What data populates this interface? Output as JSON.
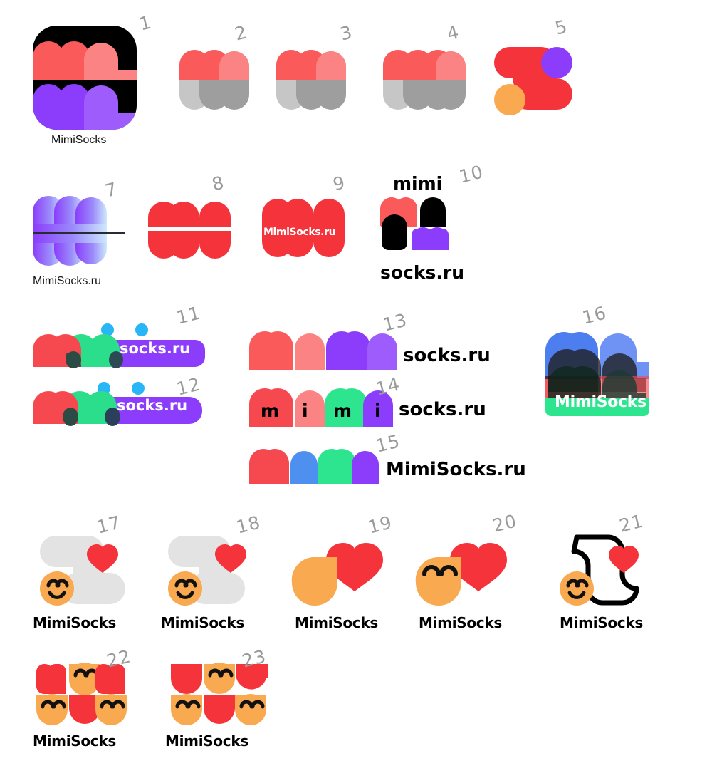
{
  "page": {
    "title": "MimiSocks logo concept sheet",
    "background": "#ffffff"
  },
  "palette": {
    "red": "#FB5A5A",
    "red_bright": "#F5333A",
    "red_light": "#FB8383",
    "purple": "#8B3DFB",
    "purple_light": "#9E5CFC",
    "grey_light": "#C6C6C6",
    "grey_dark": "#9E9E9E",
    "grey_pale": "#E3E3E3",
    "orange": "#F9A council",
    "orange_hex": "#F9A94F",
    "black": "#000000",
    "white": "#ffffff",
    "cyan": "#29B6F6",
    "green": "#2BDE8C",
    "green_bright": "#2EE58F",
    "blue": "#4D7EF0",
    "blue_light": "#6E93F5",
    "pencil": "#9a9a9a"
  },
  "concepts": [
    {
      "number": "1",
      "caption": "MimiSocks",
      "kind": "app-icon-mm-stacked",
      "colors": [
        "#000000",
        "#FB5A5A",
        "#FB8383",
        "#8B3DFB",
        "#9E5CFC"
      ]
    },
    {
      "number": "2",
      "caption": "",
      "kind": "mm-two-bump-duotone",
      "colors": [
        "#FB5A5A",
        "#FB8383",
        "#C6C6C6",
        "#9E9E9E"
      ]
    },
    {
      "number": "3",
      "caption": "",
      "kind": "mm-three-bump-duotone",
      "colors": [
        "#FB5A5A",
        "#FB8383",
        "#C6C6C6",
        "#9E9E9E"
      ]
    },
    {
      "number": "4",
      "caption": "",
      "kind": "mm-four-bump-duotone",
      "colors": [
        "#FB5A5A",
        "#FB8383",
        "#C6C6C6",
        "#9E9E9E"
      ]
    },
    {
      "number": "5",
      "caption": "",
      "kind": "pinwheel-rounded",
      "colors": [
        "#F5333A",
        "#8B3DFB",
        "#F9A94F"
      ]
    },
    {
      "number": "7",
      "caption": "MimiSocks.ru",
      "kind": "mm-gradient-with-rule",
      "colors": [
        "#8B3DFB",
        "#BFD8FB"
      ]
    },
    {
      "number": "8",
      "caption": "",
      "kind": "mm-split-white-rule",
      "colors": [
        "#F5333A"
      ]
    },
    {
      "number": "9",
      "caption": "",
      "kind": "mm-with-inner-text",
      "inner_text": "MimiSocks.ru",
      "colors": [
        "#F5333A"
      ]
    },
    {
      "number": "10",
      "caption": "",
      "kind": "quad-bumps-lockup",
      "text_top": "mimi",
      "text_bottom": "socks.ru",
      "colors": [
        "#FB5A5A",
        "#000000",
        "#000000",
        "#8B3DFB"
      ]
    },
    {
      "number": "11",
      "caption": "",
      "kind": "people-pill-lockup",
      "pill_text": "socks.ru",
      "colors": [
        "#F5494F",
        "#2BDE8C",
        "#8B3DFB",
        "#29B6F6"
      ]
    },
    {
      "number": "12",
      "caption": "",
      "kind": "people-pill-lockup-overlap",
      "pill_text": "socks.ru",
      "colors": [
        "#F5494F",
        "#2BDE8C",
        "#8B3DFB",
        "#29B6F6"
      ]
    },
    {
      "number": "13",
      "caption": "",
      "kind": "four-bump-wordmark",
      "wordmark": "socks.ru",
      "colors": [
        "#FB5A5A",
        "#FB8383",
        "#8B3DFB",
        "#9E5CFC"
      ]
    },
    {
      "number": "14",
      "caption": "",
      "kind": "lettered-bumps-wordmark",
      "letters": [
        "m",
        "i",
        "m",
        "i"
      ],
      "wordmark": "socks.ru",
      "colors": [
        "#F5494F",
        "#FB8383",
        "#2EE58F",
        "#8B3DFB"
      ]
    },
    {
      "number": "15",
      "caption": "",
      "kind": "four-colour-bumps-wordmark",
      "wordmark": "MimiSocks.ru",
      "colors": [
        "#F5494F",
        "#4D90F0",
        "#2EE58F",
        "#8B3DFB"
      ]
    },
    {
      "number": "16",
      "caption": "",
      "kind": "layered-multiply-badge",
      "badge_text": "MimiSocks",
      "colors": [
        "#4D7EF0",
        "#6E93F5",
        "#F5494F",
        "#2EE58F",
        "#3C3C3C"
      ]
    },
    {
      "number": "17",
      "caption": "MimiSocks",
      "kind": "pinwheel-heart-smiley-wide",
      "colors": [
        "#E3E3E3",
        "#F5333A",
        "#F9A94F"
      ]
    },
    {
      "number": "18",
      "caption": "MimiSocks",
      "kind": "pinwheel-heart-smiley-narrow",
      "colors": [
        "#E3E3E3",
        "#F5333A",
        "#F9A94F"
      ]
    },
    {
      "number": "19",
      "caption": "MimiSocks",
      "kind": "heart-drop-pair",
      "colors": [
        "#F9A94F",
        "#F5333A"
      ]
    },
    {
      "number": "20",
      "caption": "MimiSocks",
      "kind": "heart-smiley-pair",
      "colors": [
        "#F9A94F",
        "#F5333A"
      ]
    },
    {
      "number": "21",
      "caption": "MimiSocks",
      "kind": "outline-s-heart-smiley",
      "colors": [
        "#000000",
        "#F5333A",
        "#F9A94F"
      ]
    },
    {
      "number": "22",
      "caption": "MimiSocks",
      "kind": "grid-hearts-smileys-rounded",
      "colors": [
        "#F5333A",
        "#F9A94F"
      ]
    },
    {
      "number": "23",
      "caption": "MimiSocks",
      "kind": "grid-hearts-smileys-tight",
      "colors": [
        "#F5333A",
        "#F9A94F"
      ]
    }
  ]
}
